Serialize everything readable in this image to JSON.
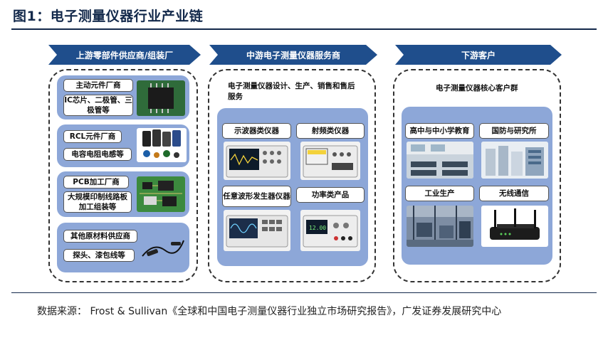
{
  "title": "图1：电子测量仪器行业产业链",
  "upstream": {
    "banner": "上游零部件供应商/组装厂",
    "groups": [
      {
        "labels": [
          "主动元件厂商",
          "IC芯片、二极管、三极管等"
        ],
        "icon": "chip-image"
      },
      {
        "labels": [
          "RCL元件厂商",
          "电容电阻电感等"
        ],
        "icon": "capacitor-image"
      },
      {
        "labels": [
          "PCB加工厂商",
          "大规模印制线路板加工组装等"
        ],
        "icon": "pcb-image"
      },
      {
        "labels": [
          "其他原材料供应商",
          "探头、漆包线等"
        ],
        "icon": "probe-image"
      }
    ]
  },
  "midstream": {
    "banner": "中游电子测量仪器服务商",
    "intro": "电子测量仪器设计、生产、销售和售后服务",
    "items": [
      {
        "label": "示波器类仪器",
        "icon": "oscilloscope-image"
      },
      {
        "label": "射频类仪器",
        "icon": "rf-instrument-image"
      },
      {
        "label": "任意波形发生器仪器",
        "icon": "waveform-generator-image"
      },
      {
        "label": "功率类产品",
        "icon": "power-supply-image"
      }
    ]
  },
  "downstream": {
    "banner": "下游客户",
    "intro": "电子测量仪器核心客户群",
    "items": [
      {
        "label": "高中与中小学教育",
        "icon": "classroom-image"
      },
      {
        "label": "国防与研究所",
        "icon": "lab-image"
      },
      {
        "label": "工业生产",
        "icon": "factory-image"
      },
      {
        "label": "无线通信",
        "icon": "router-image"
      }
    ]
  },
  "source": "数据来源： Frost & Sullivan《全球和中国电子测量仪器行业独立市场研究报告》，广发证券发展研究中心"
}
